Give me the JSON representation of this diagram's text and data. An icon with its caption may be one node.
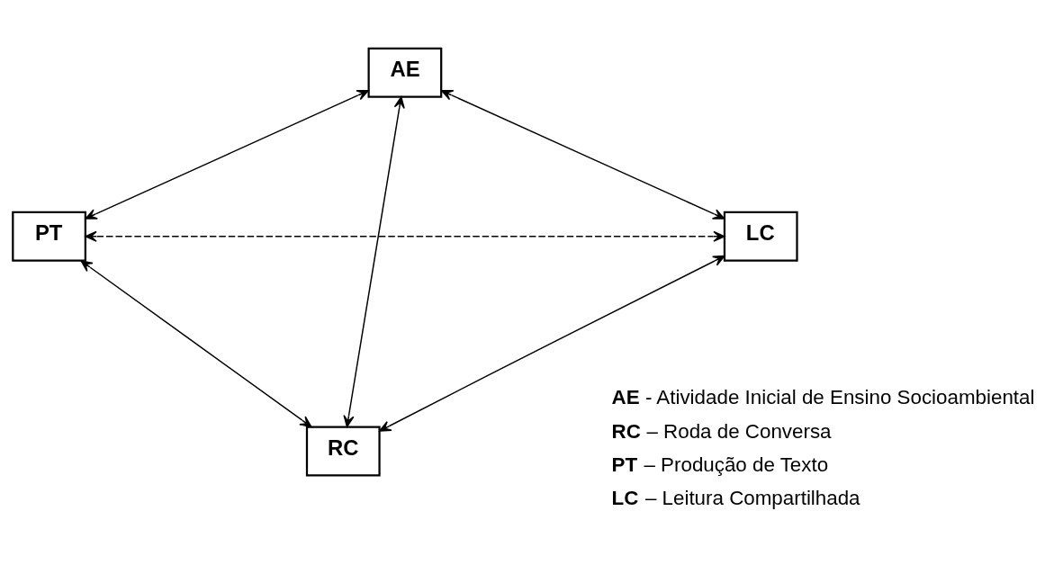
{
  "diagram": {
    "nodes": [
      {
        "text": [
          "AE"
        ]
      },
      {
        "text": [
          "PT"
        ]
      },
      {
        "text": [
          "LC"
        ]
      },
      {
        "text": [
          "RC"
        ]
      }
    ],
    "edges": [
      {
        "from": 0,
        "to": 1,
        "arrow": "both"
      },
      {
        "from": 0,
        "to": 2,
        "arrow": "both"
      },
      {
        "from": 0,
        "to": 3,
        "arrow": "both"
      },
      {
        "from": 1,
        "to": 2,
        "arrow": "both",
        "style": "dashed"
      },
      {
        "from": 1,
        "to": 3,
        "arrow": "both"
      },
      {
        "from": 2,
        "to": 3,
        "arrow": "both"
      }
    ],
    "labels": [
      "**AE** - Atividade Inicial de Ensino Socioambiental",
      "**RC** – Roda de Conversa",
      "**PT** – Produção de Texto",
      "**LC** – Leitura Compartilhada"
    ]
  }
}
